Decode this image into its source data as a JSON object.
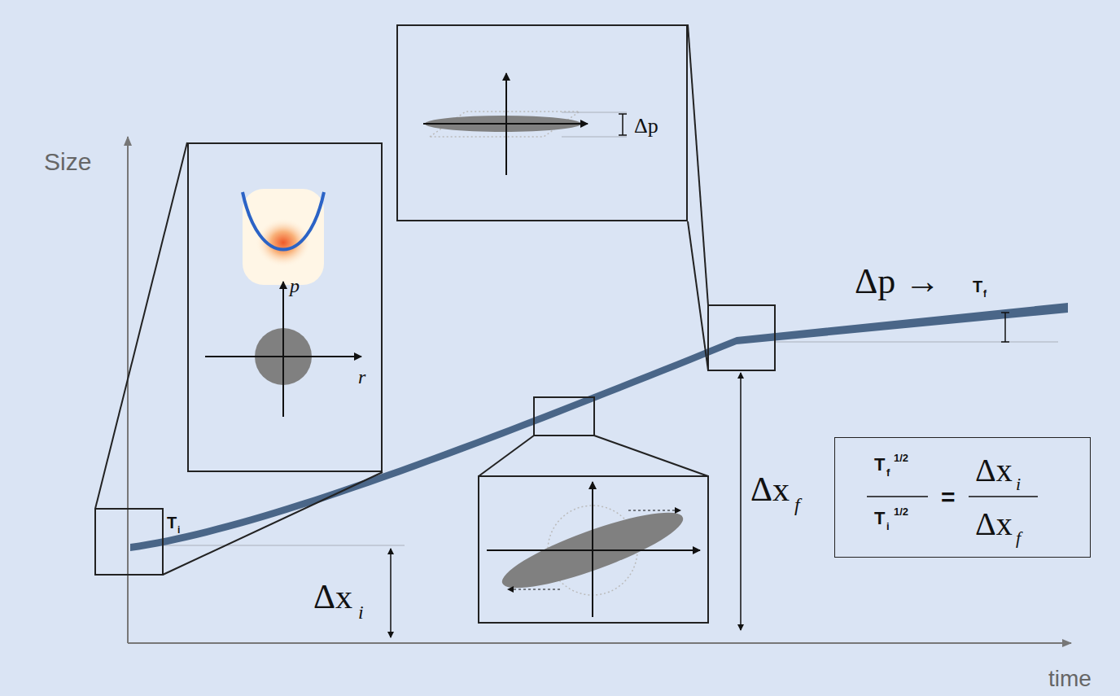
{
  "diagram": {
    "nodes": [
      {
        "text": [
          "p",
          "r"
        ]
      },
      {
        "text": [
          "Δp"
        ]
      },
      {
        "text": [
          "T",
          "f",
          "1/2",
          "T",
          "i",
          "1/2",
          "=",
          "Δx",
          "i",
          "Δx",
          "f"
        ]
      }
    ],
    "labels": [
      "Size",
      "time",
      "T",
      "i",
      "Δx",
      "i",
      "Δx",
      "f",
      "Δp →",
      "T",
      "f"
    ]
  }
}
